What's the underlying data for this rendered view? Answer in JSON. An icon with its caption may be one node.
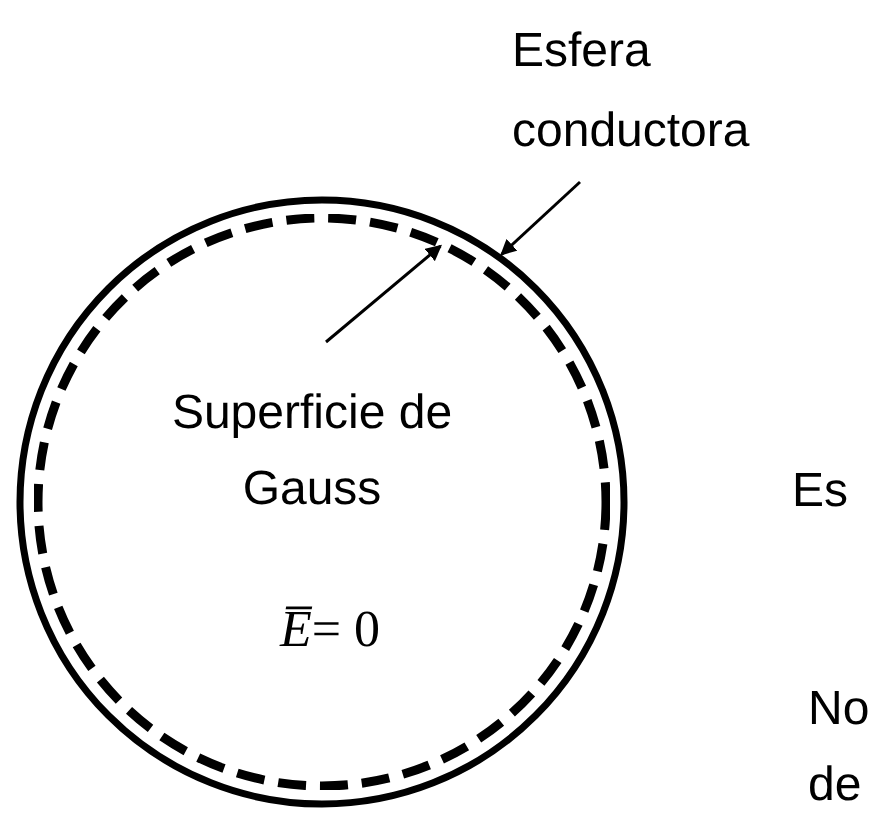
{
  "diagram": {
    "nodes": [
      {
        "text": [
          "Esfera conductora"
        ]
      },
      {
        "text": [],
        "shape": "circle"
      },
      {
        "text": [],
        "shape": "circle",
        "in": 1
      },
      {
        "text": [
          "Superficie de Gauss"
        ],
        "in": 2
      }
    ],
    "edges": [
      {
        "from": 0,
        "to": 1,
        "arrow": "to"
      },
      {
        "from": 3,
        "to": 2,
        "arrow": "to"
      }
    ],
    "labels": [
      "*E̅*= 0",
      "Es",
      "No de"
    ]
  }
}
